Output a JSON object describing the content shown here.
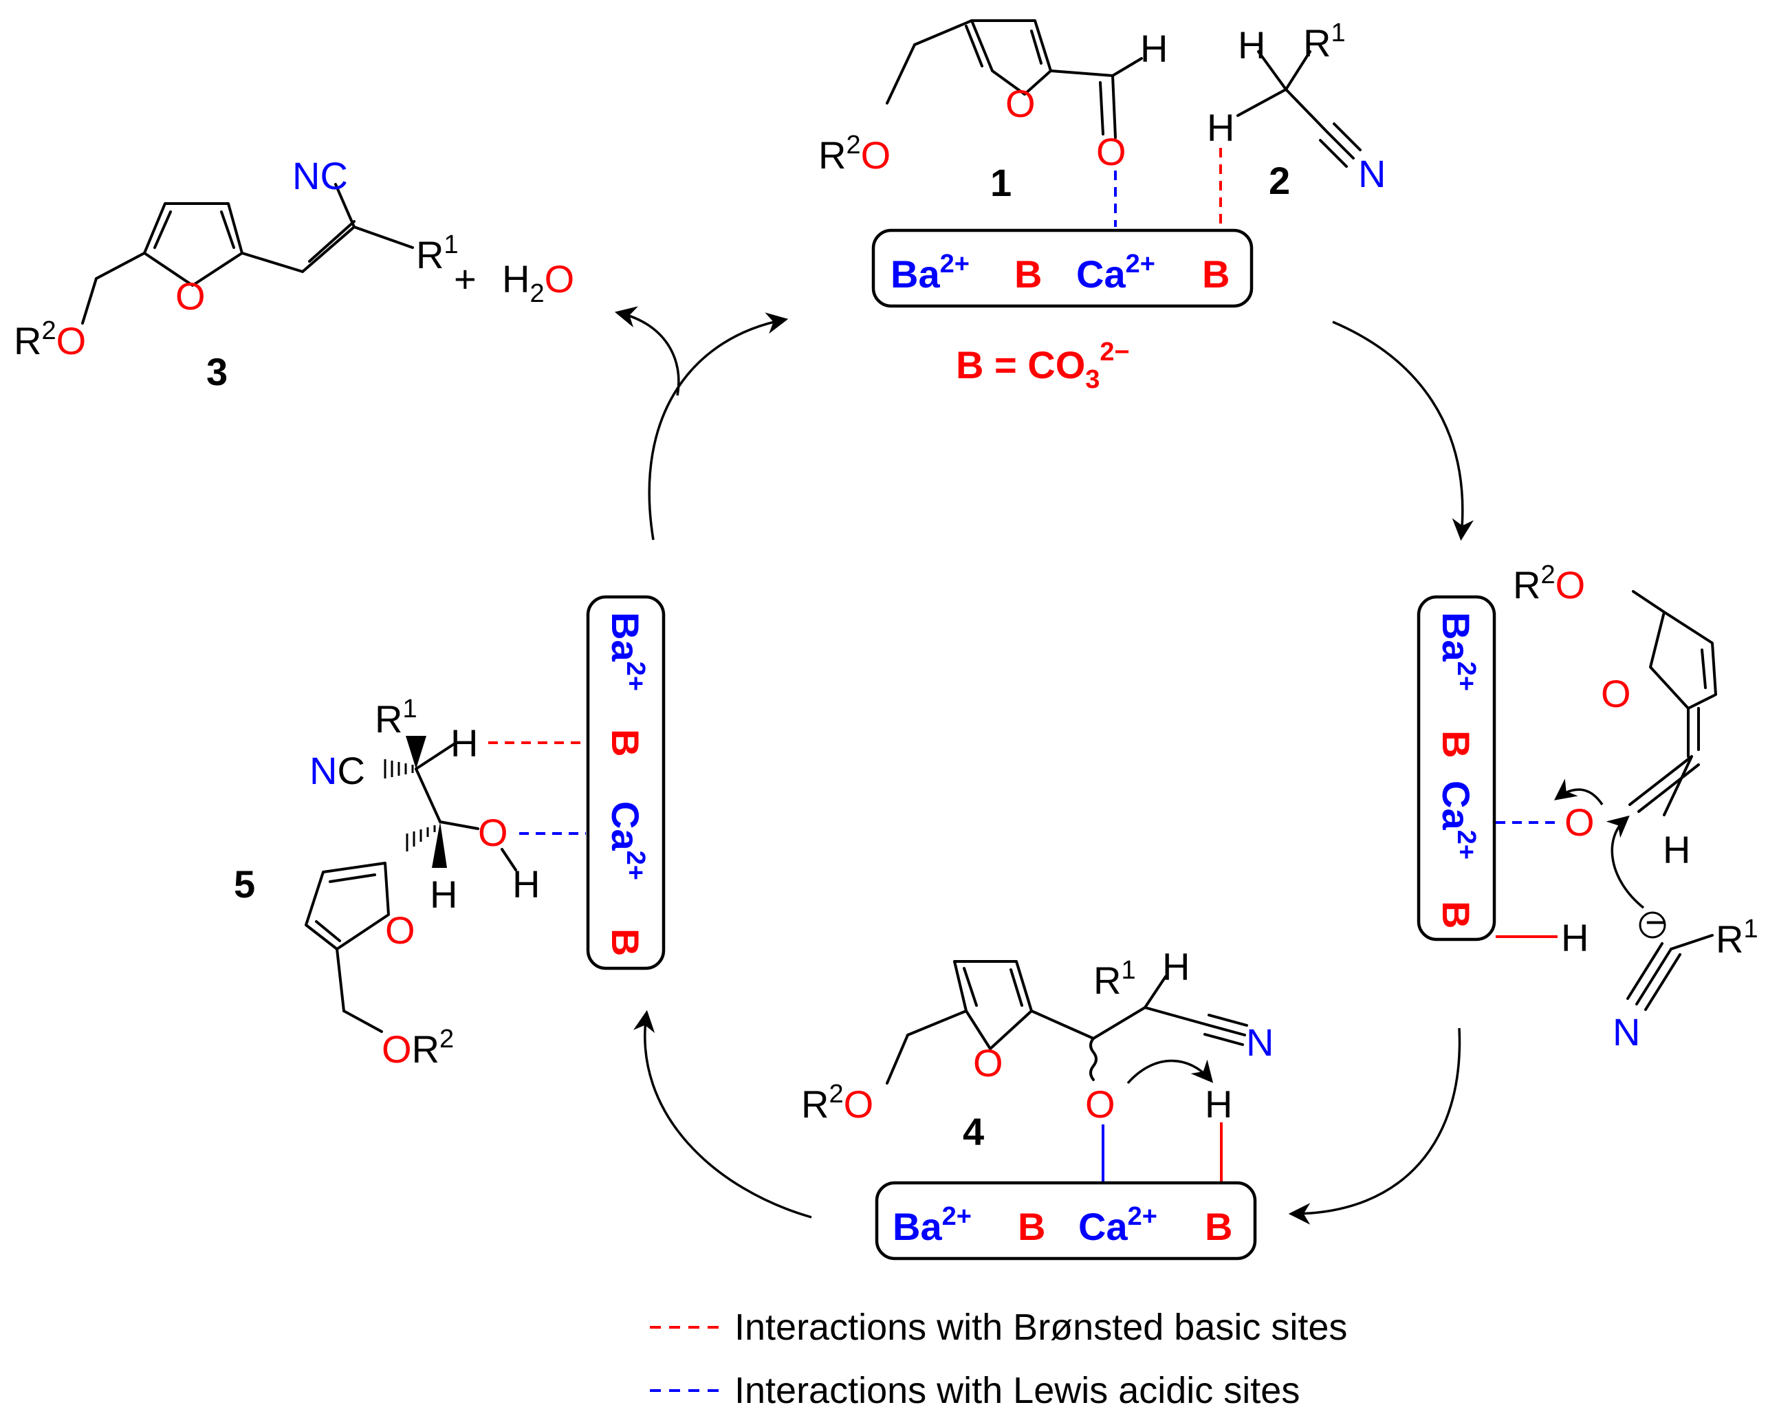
{
  "colors": {
    "lewis_acid": "#0000ff",
    "bronsted_base": "#ff0000",
    "structure": "#000000"
  },
  "catalyst": {
    "ba": "Ba",
    "ca": "Ca",
    "charge": "2+",
    "base": "B"
  },
  "base_definition": {
    "prefix": "B = CO",
    "sub": "3",
    "sup": "2−"
  },
  "compounds": {
    "c1": "1",
    "c2": "2",
    "c3": "3",
    "c4": "4",
    "c5": "5"
  },
  "atoms": {
    "O": "O",
    "H": "H",
    "N": "N",
    "NC": "NC",
    "C": "C",
    "R": "R",
    "sup1": "1",
    "sup2": "2",
    "minus": "−"
  },
  "products": {
    "plus": "+",
    "water_h": "H",
    "water_sub": "2",
    "water_o": "O"
  },
  "legend": {
    "bronsted": "Interactions with Brønsted basic sites",
    "lewis": "Interactions with Lewis acidic sites"
  }
}
